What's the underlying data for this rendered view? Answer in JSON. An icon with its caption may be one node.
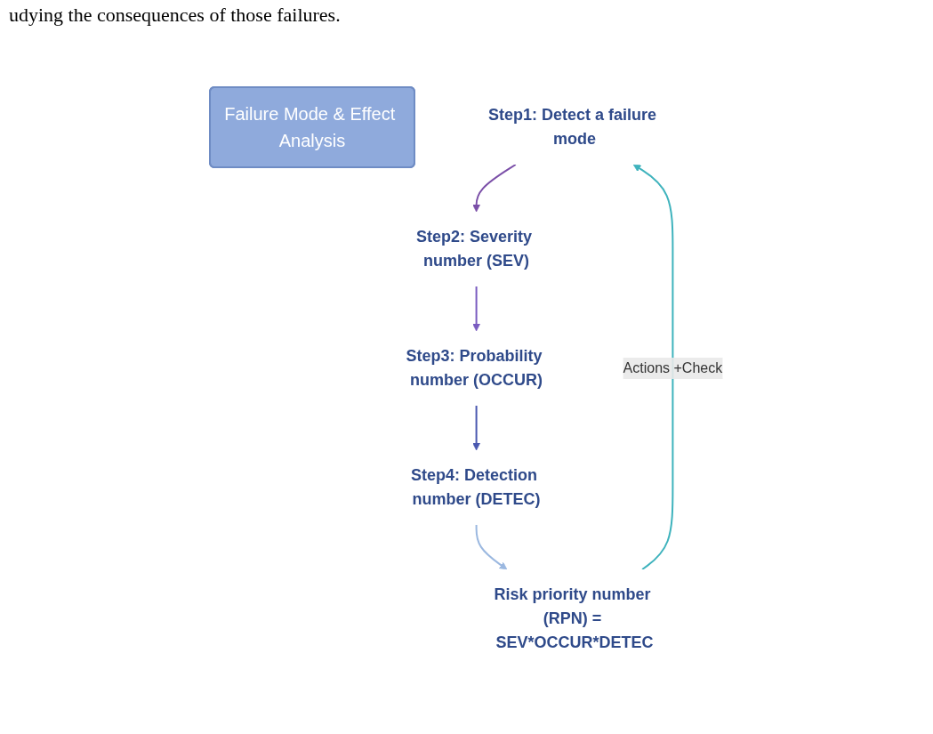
{
  "diagram": {
    "nodes": [
      {
        "text": [
          "Failure Mode & Effect Analysis"
        ]
      },
      {
        "text": [
          "Step1: Detect a failure mode"
        ]
      },
      {
        "text": [
          "Step2: Severity number (SEV)"
        ]
      },
      {
        "text": [
          "Step3: Probability number (OCCUR)"
        ]
      },
      {
        "text": [
          "Step4: Detection number (DETEC)"
        ]
      },
      {
        "text": [
          "Risk priority number (RPN) = SEV*OCCUR*DETEC"
        ]
      }
    ],
    "edges": [
      {
        "from": 1,
        "to": 2,
        "arrow": "to",
        "color": "#7b4fa8"
      },
      {
        "from": 2,
        "to": 3,
        "arrow": "to",
        "color": "#7a5cc0"
      },
      {
        "from": 3,
        "to": 4,
        "arrow": "to",
        "color": "#4a58b0"
      },
      {
        "from": 4,
        "to": 5,
        "arrow": "to",
        "color": "#9bb8e0"
      },
      {
        "from": 5,
        "to": 1,
        "arrow": "to",
        "color": "#3fb3bd",
        "label": "Actions +Check"
      }
    ],
    "labels": [
      "udying the consequences of those failures."
    ]
  }
}
